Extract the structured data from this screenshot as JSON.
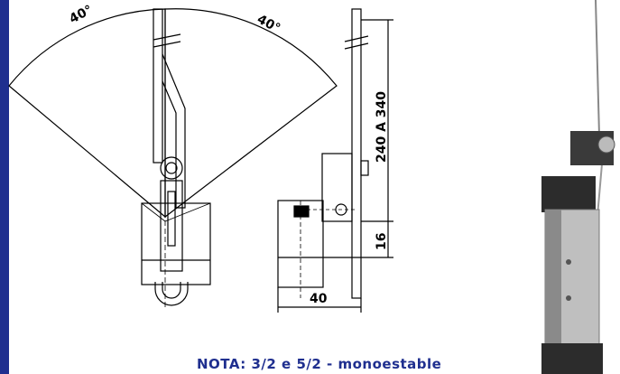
{
  "diagram": {
    "left_angle_label": "40°",
    "right_angle_label": "40°",
    "height_dimension_label": "240 A 340",
    "offset_dimension_label": "16",
    "width_dimension_label": "40"
  },
  "note": "NOTA: 3/2 e 5/2 - monoestable",
  "colors": {
    "accent_bar": "#1f2f8f",
    "note_text": "#1f2f8f",
    "line": "#000000"
  }
}
